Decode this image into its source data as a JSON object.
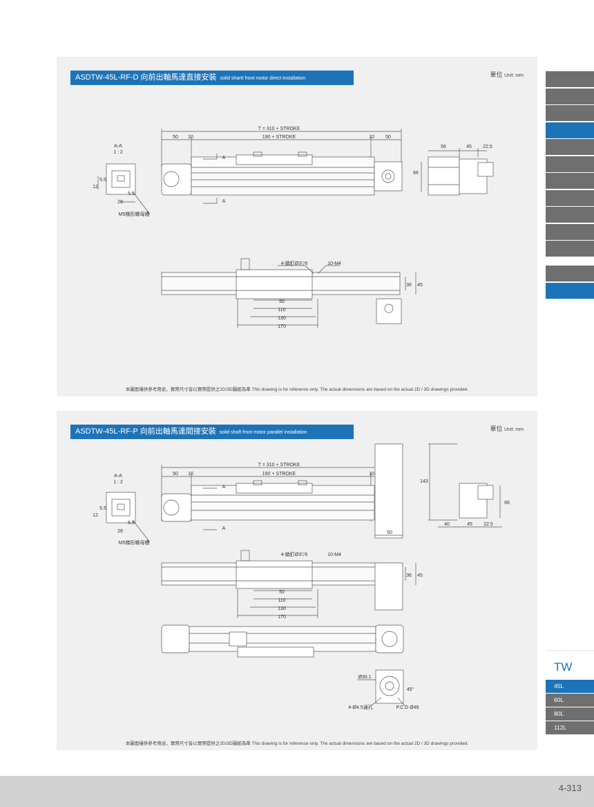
{
  "panels": [
    {
      "title": "ASDTW-45L-RF-D 向前出軸馬達直接安裝",
      "subtitle": "solid shartt front motor direct installation",
      "unit_label": "單位",
      "unit_en": "Unit: mm",
      "note": "本圖面僅供參考用途，實際尺寸皆以實際提供之2D/3D圖紙為準 This drawing is for reference only. The actual dimensions are based on the actual 2D / 3D drawings provided.",
      "dims": {
        "t_stroke": "T = 310 + STROKE",
        "stroke": "190 + STROKE",
        "d50a": "50",
        "d10a": "10",
        "d10b": "10",
        "d50b": "50",
        "section": "A-A",
        "ratio": "1 : 2",
        "a1": "A",
        "a2": "A",
        "d12": "12",
        "d55a": "5.5",
        "d55b": "5.5",
        "d28": "28",
        "m5": "M5梯形螺母槽",
        "d66": "66",
        "d56": "56",
        "d45": "45",
        "d225": "22.5",
        "pins": "4-銷釘Ø3▽6",
        "m4": "10-M4",
        "d50": "50",
        "d110": "110",
        "d130": "130",
        "d170": "170",
        "d36": "36",
        "d45v": "45"
      }
    },
    {
      "title": "ASDTW-45L-RF-P 向前出軸馬達間接安裝",
      "subtitle": "solid shaft front motor parallel installation",
      "unit_label": "單位",
      "unit_en": "Unit: mm",
      "note": "本圖面僅供參考用途，實際尺寸皆以實際提供之2D/3D圖紙為準 This drawing is for reference only. The actual dimensions are based on the actual 2D / 3D drawings provided.",
      "dims": {
        "t_stroke": "T = 310 + STROKE",
        "stroke": "190 + STROKE",
        "d50a": "50",
        "d10a": "10",
        "d10b": "10",
        "section": "A-A",
        "ratio": "1 : 2",
        "a1": "A",
        "a2": "A",
        "d12": "12",
        "d55a": "5.5",
        "d55b": "5.5",
        "d28": "28",
        "m5": "M5梯形螺母槽",
        "d143": "143",
        "d50r": "50",
        "d66": "66",
        "d40": "40",
        "d45": "45",
        "d225": "22.5",
        "pins": "4-銷釘Ø3▽6",
        "m4": "10-M4",
        "d50": "50",
        "d110": "110",
        "d130": "130",
        "d170": "170",
        "d36": "36",
        "d45v": "45",
        "d301": "Ø30.1",
        "angle": "45°",
        "holes": "4-Ø4.5通孔",
        "pcd": "P.C.D Ø46"
      }
    }
  ],
  "sidebar": {
    "series": "TW",
    "sizes": [
      "45L",
      "60L",
      "80L",
      "112L"
    ],
    "active_size": "45L"
  },
  "page_number": "4-313",
  "colors": {
    "accent": "#1d73b8",
    "tab_gray": "#6f6f6f",
    "panel_bg": "#f0f0f0",
    "footer": "#d2d2d2"
  }
}
